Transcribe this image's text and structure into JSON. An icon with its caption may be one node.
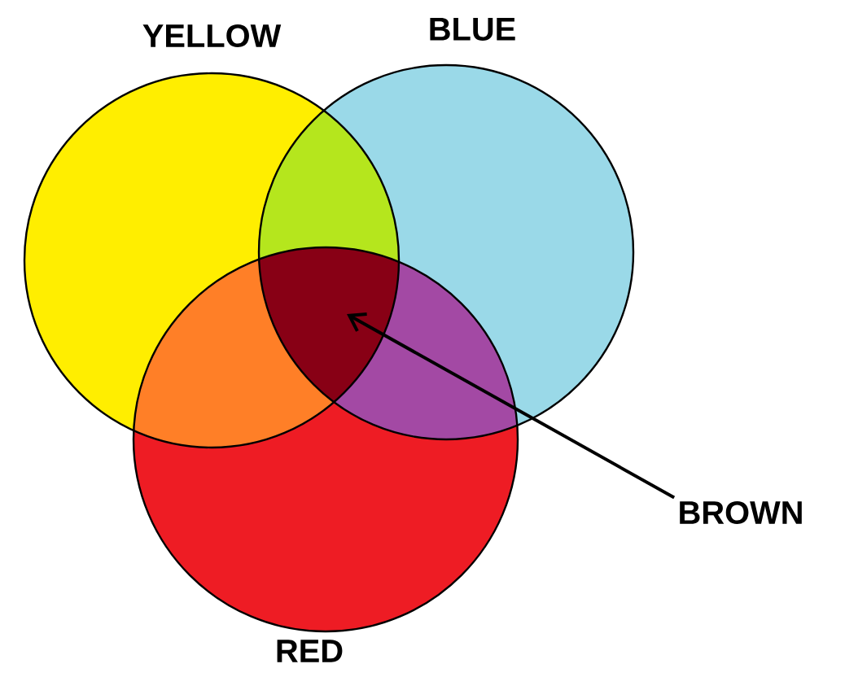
{
  "diagram": {
    "nodes": [
      {
        "text": [
          "YELLOW"
        ]
      },
      {
        "text": [
          "BLUE"
        ]
      },
      {
        "text": [
          "RED"
        ]
      },
      {
        "text": [
          "BROWN"
        ]
      },
      {
        "text": [],
        "shape": "region"
      }
    ],
    "edges": [
      {
        "from": 3,
        "to": 4,
        "arrow": "to"
      }
    ]
  }
}
